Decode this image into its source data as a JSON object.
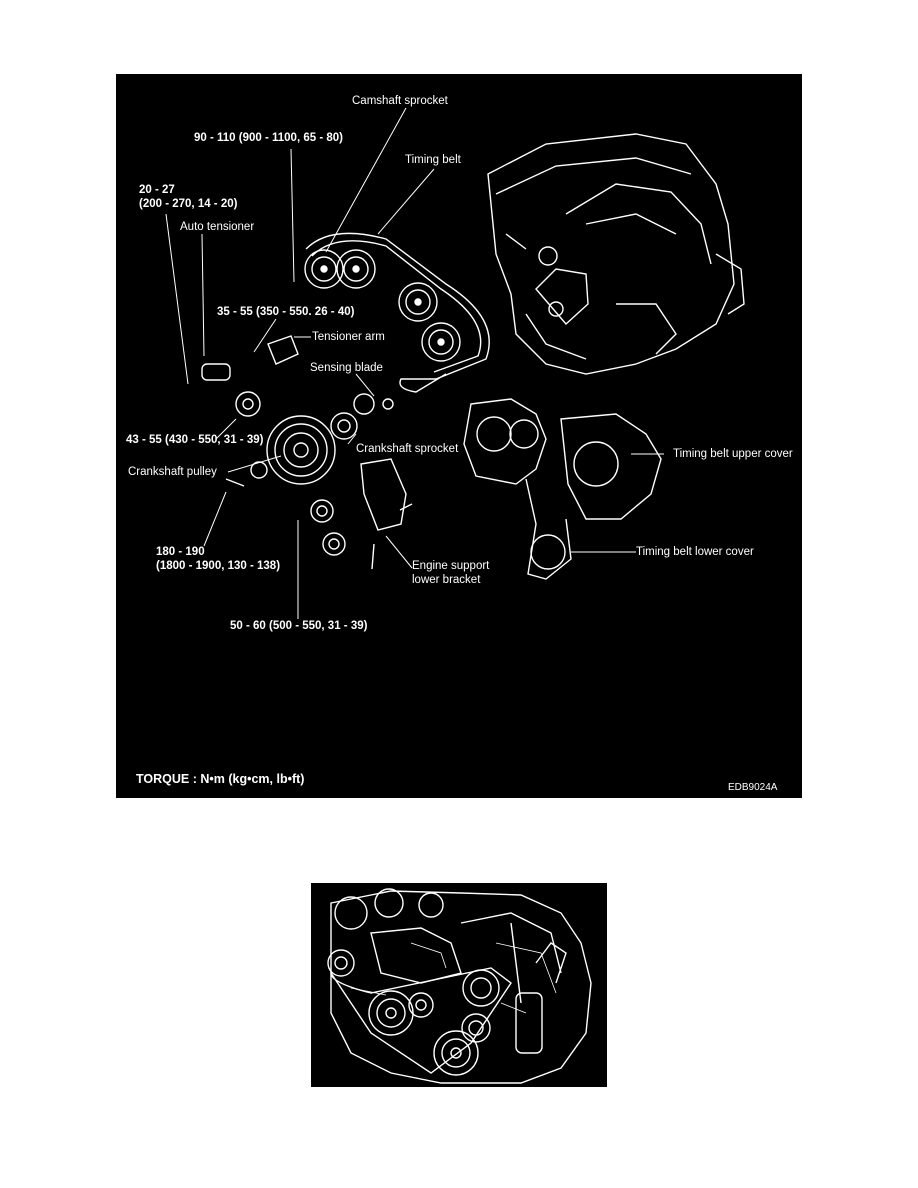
{
  "diagram": {
    "labels": {
      "camshaft_sprocket": "Camshaft sprocket",
      "torque_camshaft": "90 - 110 (900 - 1100, 65 - 80)",
      "timing_belt": "Timing belt",
      "torque_auto_tensioner_1": "20 - 27",
      "torque_auto_tensioner_2": "(200 - 270, 14 - 20)",
      "auto_tensioner": "Auto tensioner",
      "torque_tensioner_arm": "35 - 55 (350 - 550. 26 - 40)",
      "tensioner_arm": "Tensioner arm",
      "sensing_blade": "Sensing blade",
      "torque_idler": "43 - 55 (430 - 550, 31 - 39)",
      "crankshaft_sprocket": "Crankshaft sprocket",
      "crankshaft_pulley": "Crankshaft pulley",
      "timing_belt_upper_cover": "Timing belt upper cover",
      "timing_belt_lower_cover": "Timing belt lower cover",
      "torque_crank_bolt_1": "180 - 190",
      "torque_crank_bolt_2": "(1800 - 1900, 130 - 138)",
      "engine_support_1": "Engine support",
      "engine_support_2": "lower bracket",
      "torque_bracket": "50 - 60 (500 - 550, 31 - 39)",
      "torque_units": "TORQUE : N•m (kg•cm, lb•ft)",
      "figure_code": "EDB9024A"
    }
  },
  "colors": {
    "background": "#000000",
    "line": "#ffffff",
    "page": "#ffffff"
  }
}
